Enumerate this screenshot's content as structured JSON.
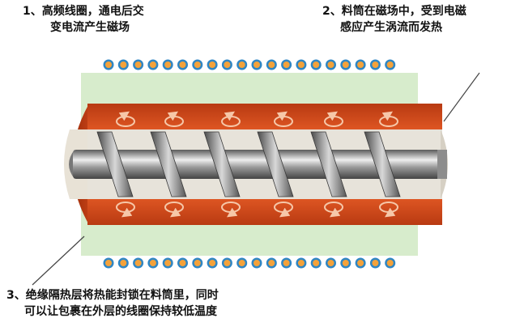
{
  "labels": {
    "coil": {
      "line1": "1、高频线圈，通电后交",
      "line2": "变电流产生磁场"
    },
    "barrel": {
      "line1": "2、料筒在磁场中，受到电磁",
      "line2": "感应产生涡流而发热"
    },
    "insulation": {
      "line1": "3、绝缘隔热层将热能封锁在料筒里，同时",
      "line2": "可以让包裹在外层的线圈保持较低温度"
    }
  },
  "colors": {
    "insulation": "#d7eccc",
    "barrel": "#e0501e",
    "barrel_dark": "#b83a12",
    "barrel_light": "#f07a3e",
    "coil_ring": "#2f86c4",
    "coil_core": "#f4a23a",
    "screw_shaft": "#8a8a8a",
    "screw_highlight": "#e6e6e6",
    "eddy_arrow": "#f6c7a8"
  }
}
